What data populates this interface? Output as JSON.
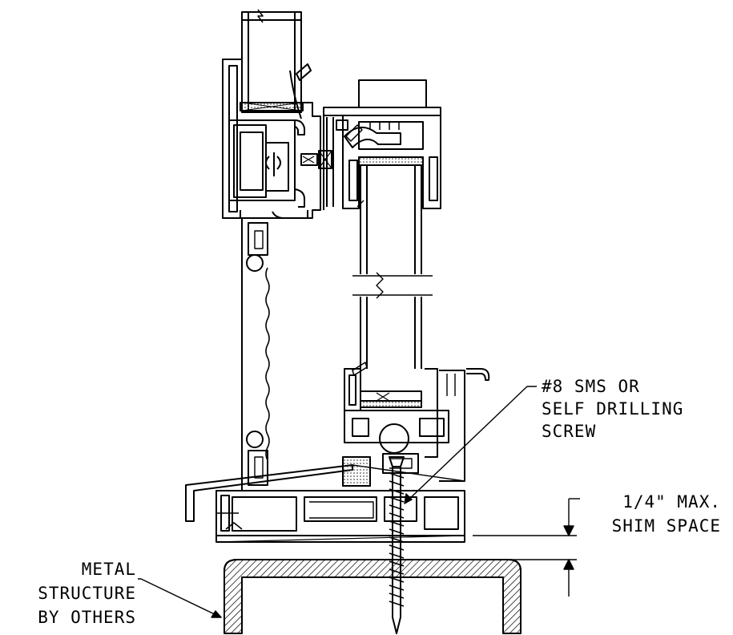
{
  "callouts": {
    "screw": [
      "#8 SMS OR",
      "SELF DRILLING",
      "SCREW"
    ],
    "shim": [
      "1/4\" MAX.",
      "SHIM SPACE"
    ],
    "structure": [
      "METAL",
      "STRUCTURE",
      "BY OTHERS"
    ]
  }
}
